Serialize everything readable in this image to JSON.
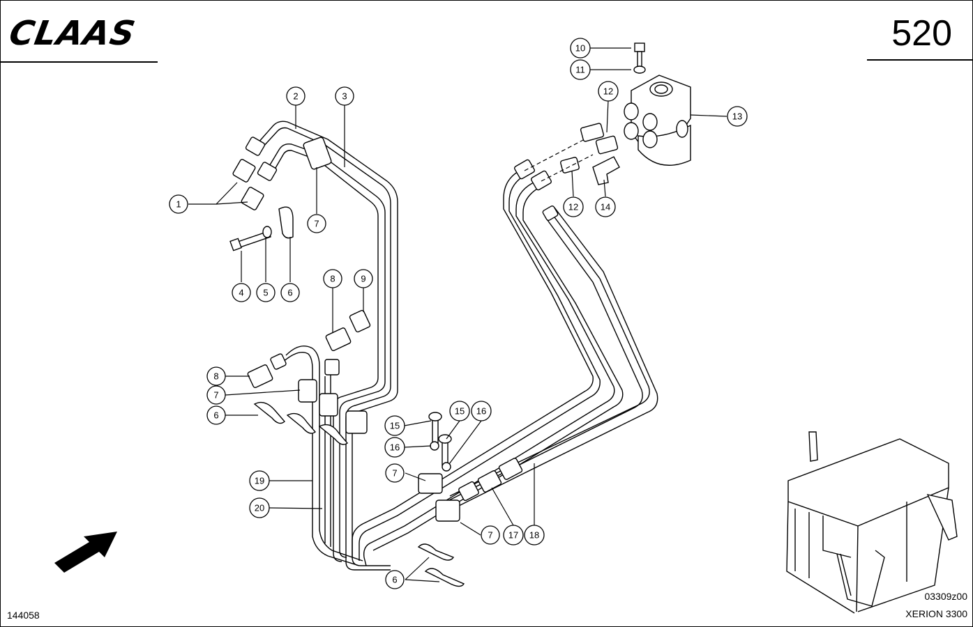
{
  "header": {
    "logo_text": "CLAAS",
    "page_number": "520"
  },
  "footer": {
    "document_number": "144058",
    "figure_code": "03309z00",
    "model": "XERION 3300"
  },
  "callouts": [
    {
      "label": "1"
    },
    {
      "label": "2"
    },
    {
      "label": "3"
    },
    {
      "label": "4"
    },
    {
      "label": "5"
    },
    {
      "label": "6"
    },
    {
      "label": "7"
    },
    {
      "label": "8"
    },
    {
      "label": "9"
    },
    {
      "label": "10"
    },
    {
      "label": "11"
    },
    {
      "label": "12"
    },
    {
      "label": "12"
    },
    {
      "label": "13"
    },
    {
      "label": "14"
    },
    {
      "label": "7"
    },
    {
      "label": "8"
    },
    {
      "label": "7"
    },
    {
      "label": "6"
    },
    {
      "label": "15"
    },
    {
      "label": "16"
    },
    {
      "label": "15"
    },
    {
      "label": "16"
    },
    {
      "label": "7"
    },
    {
      "label": "19"
    },
    {
      "label": "20"
    },
    {
      "label": "7"
    },
    {
      "label": "17"
    },
    {
      "label": "18"
    },
    {
      "label": "6"
    }
  ]
}
